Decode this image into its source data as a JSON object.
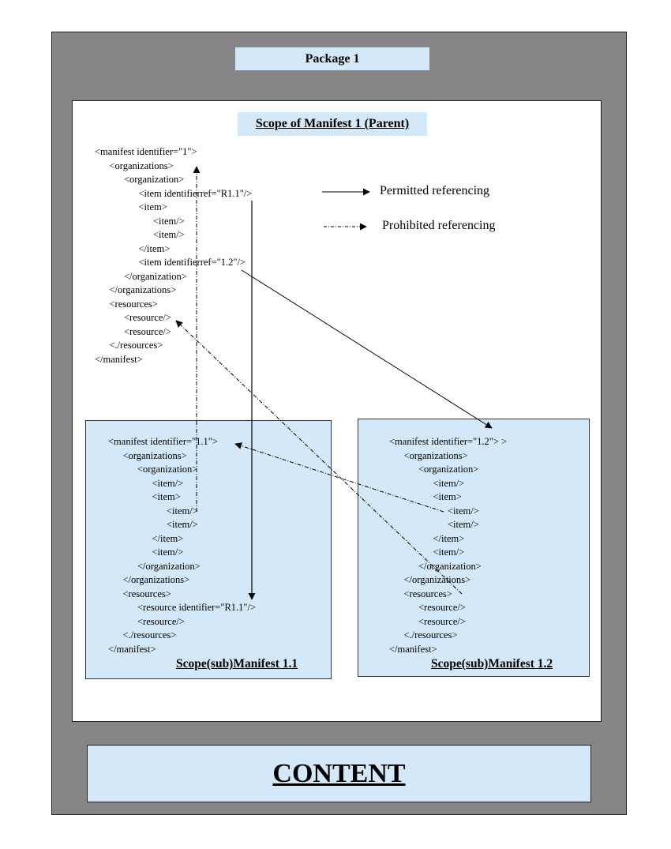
{
  "package": {
    "title": "Package 1"
  },
  "parent": {
    "title": "Scope of Manifest 1 (Parent)",
    "lines": [
      {
        "indent": 0,
        "text": "<manifest identifier=\"1\">"
      },
      {
        "indent": 1,
        "text": "<organizations>"
      },
      {
        "indent": 2,
        "text": "<organization>"
      },
      {
        "indent": 3,
        "text": "<item identifierref=\"R1.1\"/>"
      },
      {
        "indent": 3,
        "text": "<item>"
      },
      {
        "indent": 4,
        "text": "<item/>"
      },
      {
        "indent": 4,
        "text": "<item/>"
      },
      {
        "indent": 3,
        "text": "</item>"
      },
      {
        "indent": 3,
        "text": "<item identifierref=\"1.2\"/>"
      },
      {
        "indent": 2,
        "text": "</organization>"
      },
      {
        "indent": 1,
        "text": "</organizations>"
      },
      {
        "indent": 1,
        "text": "<resources>"
      },
      {
        "indent": 2,
        "text": "<resource/>"
      },
      {
        "indent": 2,
        "text": "<resource/>"
      },
      {
        "indent": 1,
        "text": "<./resources>"
      },
      {
        "indent": 0,
        "text": "</manifest>"
      }
    ]
  },
  "legend": {
    "permitted": "Permitted referencing",
    "prohibited": "Prohibited referencing"
  },
  "sub1": {
    "title": "Scope(sub)Manifest 1.1",
    "lines": [
      {
        "indent": 0,
        "text": "<manifest identifier=\"1.1\">"
      },
      {
        "indent": 1,
        "text": "<organizations>"
      },
      {
        "indent": 2,
        "text": "<organization>"
      },
      {
        "indent": 3,
        "text": "<item/>"
      },
      {
        "indent": 3,
        "text": "<item>"
      },
      {
        "indent": 4,
        "text": "<item/>"
      },
      {
        "indent": 4,
        "text": "<item/>"
      },
      {
        "indent": 3,
        "text": "</item>"
      },
      {
        "indent": 3,
        "text": "<item/>"
      },
      {
        "indent": 2,
        "text": "</organization>"
      },
      {
        "indent": 1,
        "text": "</organizations>"
      },
      {
        "indent": 1,
        "text": "<resources>"
      },
      {
        "indent": 2,
        "text": "<resource identifier=\"R1.1\"/>"
      },
      {
        "indent": 2,
        "text": "<resource/>"
      },
      {
        "indent": 1,
        "text": "<./resources>"
      },
      {
        "indent": 0,
        "text": "</manifest>"
      }
    ]
  },
  "sub2": {
    "title": "Scope(sub)Manifest 1.2",
    "lines": [
      {
        "indent": 0,
        "text": "<manifest identifier=\"1.2\"> >"
      },
      {
        "indent": 1,
        "text": "<organizations>"
      },
      {
        "indent": 2,
        "text": "<organization>"
      },
      {
        "indent": 3,
        "text": "<item/>"
      },
      {
        "indent": 3,
        "text": "<item>"
      },
      {
        "indent": 4,
        "text": "<item/>"
      },
      {
        "indent": 4,
        "text": "<item/>"
      },
      {
        "indent": 3,
        "text": "</item>"
      },
      {
        "indent": 3,
        "text": "<item/>"
      },
      {
        "indent": 2,
        "text": "</organization>"
      },
      {
        "indent": 1,
        "text": "</organizations>"
      },
      {
        "indent": 1,
        "text": "<resources>"
      },
      {
        "indent": 2,
        "text": "<resource/>"
      },
      {
        "indent": 2,
        "text": "<resource/>"
      },
      {
        "indent": 1,
        "text": "<./resources>"
      },
      {
        "indent": 0,
        "text": "</manifest>"
      }
    ]
  },
  "content": {
    "title": "CONTENT"
  },
  "references": [
    {
      "type": "permitted",
      "from": "parent item identifierref=R1.1",
      "to": "sub1 resource identifier=R1.1"
    },
    {
      "type": "permitted",
      "from": "parent item identifierref=1.2",
      "to": "sub2 manifest identifier=1.2"
    },
    {
      "type": "prohibited",
      "from": "sub1 nested item",
      "to": "parent organizations"
    },
    {
      "type": "prohibited",
      "from": "sub2 nested item",
      "to": "sub1 manifest identifier=1.1"
    },
    {
      "type": "prohibited",
      "from": "sub2 resources",
      "to": "parent resource"
    }
  ],
  "colors": {
    "outer": "#878587",
    "label_fill": "#d3e8f8",
    "inner": "#ffffff",
    "stroke": "#000000"
  }
}
